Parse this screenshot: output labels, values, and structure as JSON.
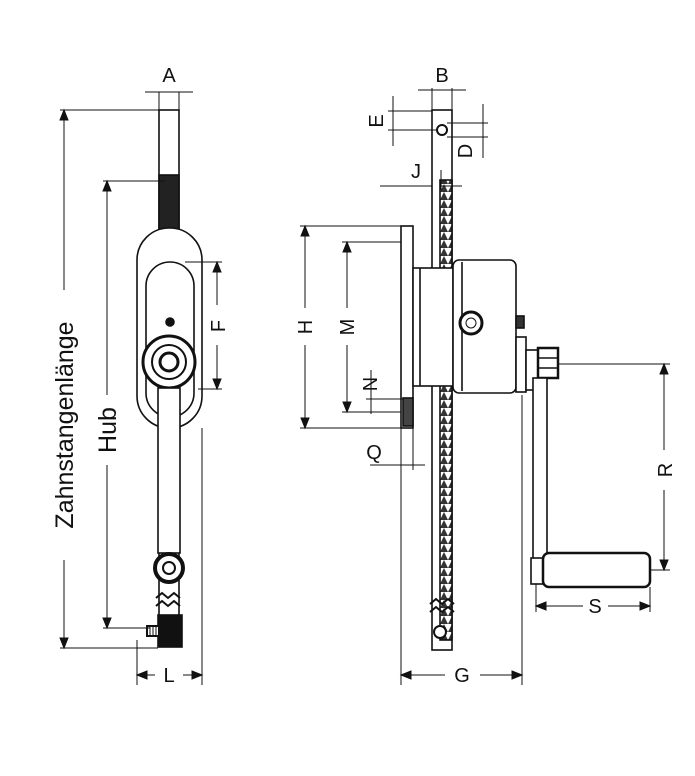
{
  "labels": {
    "A": "A",
    "B": "B",
    "D": "D",
    "E": "E",
    "F": "F",
    "G": "G",
    "H": "H",
    "J": "J",
    "L": "L",
    "M": "M",
    "N": "N",
    "Q": "Q",
    "R": "R",
    "S": "S",
    "zahnstangenlaenge": "Zahnstangenlänge",
    "hub": "Hub"
  }
}
